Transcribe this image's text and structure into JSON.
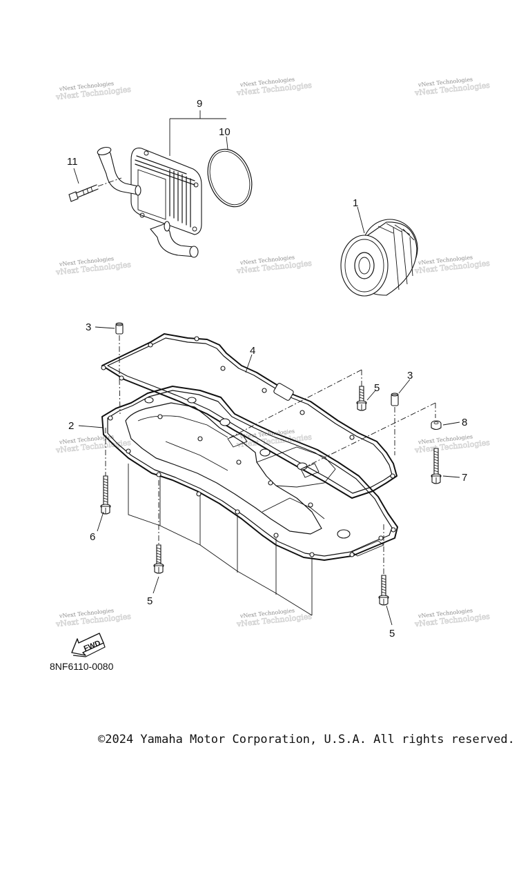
{
  "callouts": {
    "c1": "1",
    "c2": "2",
    "c3a": "3",
    "c3b": "3",
    "c4": "4",
    "c5a": "5",
    "c5b": "5",
    "c5c": "5",
    "c6": "6",
    "c7": "7",
    "c8": "8",
    "c9": "9",
    "c10": "10",
    "c11": "11"
  },
  "watermark": "vNext Technologies",
  "diagram_code": "8NF6110-0080",
  "fwd_label": "FWD",
  "copyright": "©2024 Yamaha Motor Corporation, U.S.A. All rights reserved."
}
